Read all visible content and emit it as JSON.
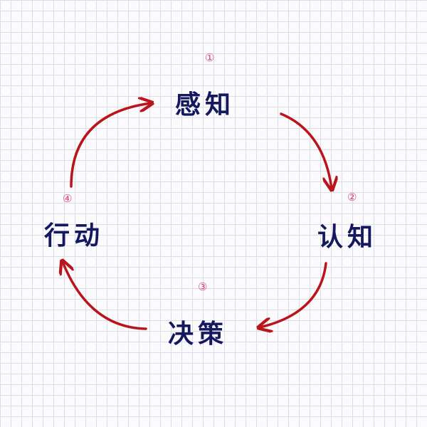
{
  "nodes": [
    {
      "label": "感知",
      "number": "①"
    },
    {
      "label": "认知",
      "number": "②"
    },
    {
      "label": "决策",
      "number": "③"
    },
    {
      "label": "行动",
      "number": "④"
    }
  ],
  "colors": {
    "arrow": "#b8161c",
    "text": "#14185e",
    "number": "#d6457a",
    "grid": "#dcdde6"
  }
}
